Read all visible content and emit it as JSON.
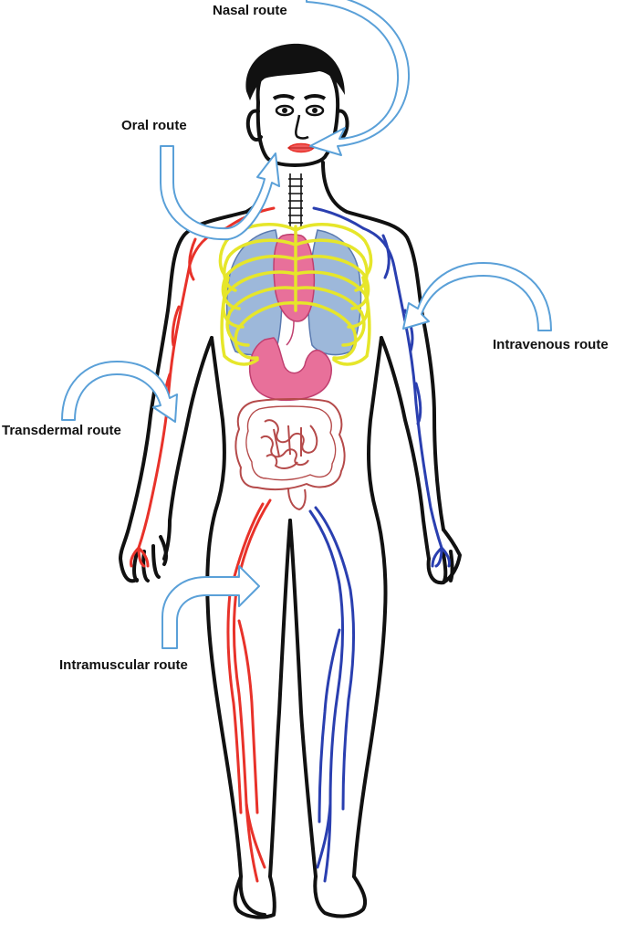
{
  "routes": {
    "nasal": "Nasal route",
    "oral": "Oral route",
    "intravenous": "Intravenous route",
    "transdermal": "Transdermal route",
    "intramuscular": "Intramuscular route"
  },
  "colors": {
    "outline": "#111111",
    "arteries": "#e8322a",
    "veins": "#2a3fb0",
    "lungs": "#9db8da",
    "ribs": "#e6e62a",
    "heart_stomach": "#e8709a",
    "intestines": "#b54a4a",
    "arrow": "#5aa0d8"
  }
}
